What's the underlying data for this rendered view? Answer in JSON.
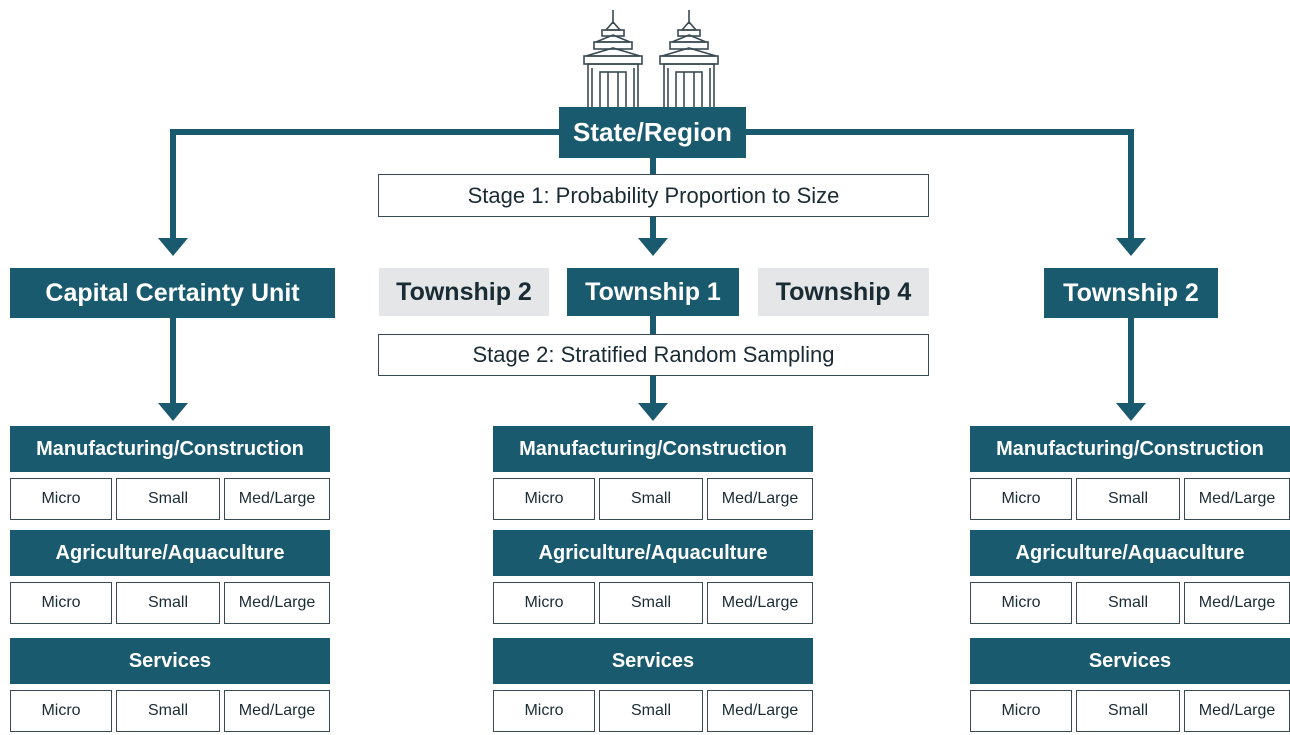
{
  "colors": {
    "accent": "#1a5a6e",
    "muted_box": "#e4e6e8",
    "border": "#3a4a52"
  },
  "icons": [
    "pagoda-icon",
    "pagoda-icon"
  ],
  "root": {
    "label": "State/Region"
  },
  "stage1": {
    "label": "Stage 1: Probability Proportion to Size"
  },
  "stage2": {
    "label": "Stage 2: Stratified Random Sampling"
  },
  "level2": {
    "capital": "Capital Certainty Unit",
    "township_left_grey": "Township 2",
    "township_center": "Township 1",
    "township_right_grey": "Township 4",
    "township_right": "Township 2"
  },
  "columns": [
    {
      "sectors": [
        {
          "name": "Manufacturing/Construction",
          "sizes": [
            "Micro",
            "Small",
            "Med/Large"
          ]
        },
        {
          "name": "Agriculture/Aquaculture",
          "sizes": [
            "Micro",
            "Small",
            "Med/Large"
          ]
        },
        {
          "name": "Services",
          "sizes": [
            "Micro",
            "Small",
            "Med/Large"
          ]
        }
      ]
    },
    {
      "sectors": [
        {
          "name": "Manufacturing/Construction",
          "sizes": [
            "Micro",
            "Small",
            "Med/Large"
          ]
        },
        {
          "name": "Agriculture/Aquaculture",
          "sizes": [
            "Micro",
            "Small",
            "Med/Large"
          ]
        },
        {
          "name": "Services",
          "sizes": [
            "Micro",
            "Small",
            "Med/Large"
          ]
        }
      ]
    },
    {
      "sectors": [
        {
          "name": "Manufacturing/Construction",
          "sizes": [
            "Micro",
            "Small",
            "Med/Large"
          ]
        },
        {
          "name": "Agriculture/Aquaculture",
          "sizes": [
            "Micro",
            "Small",
            "Med/Large"
          ]
        },
        {
          "name": "Services",
          "sizes": [
            "Micro",
            "Small",
            "Med/Large"
          ]
        }
      ]
    }
  ]
}
